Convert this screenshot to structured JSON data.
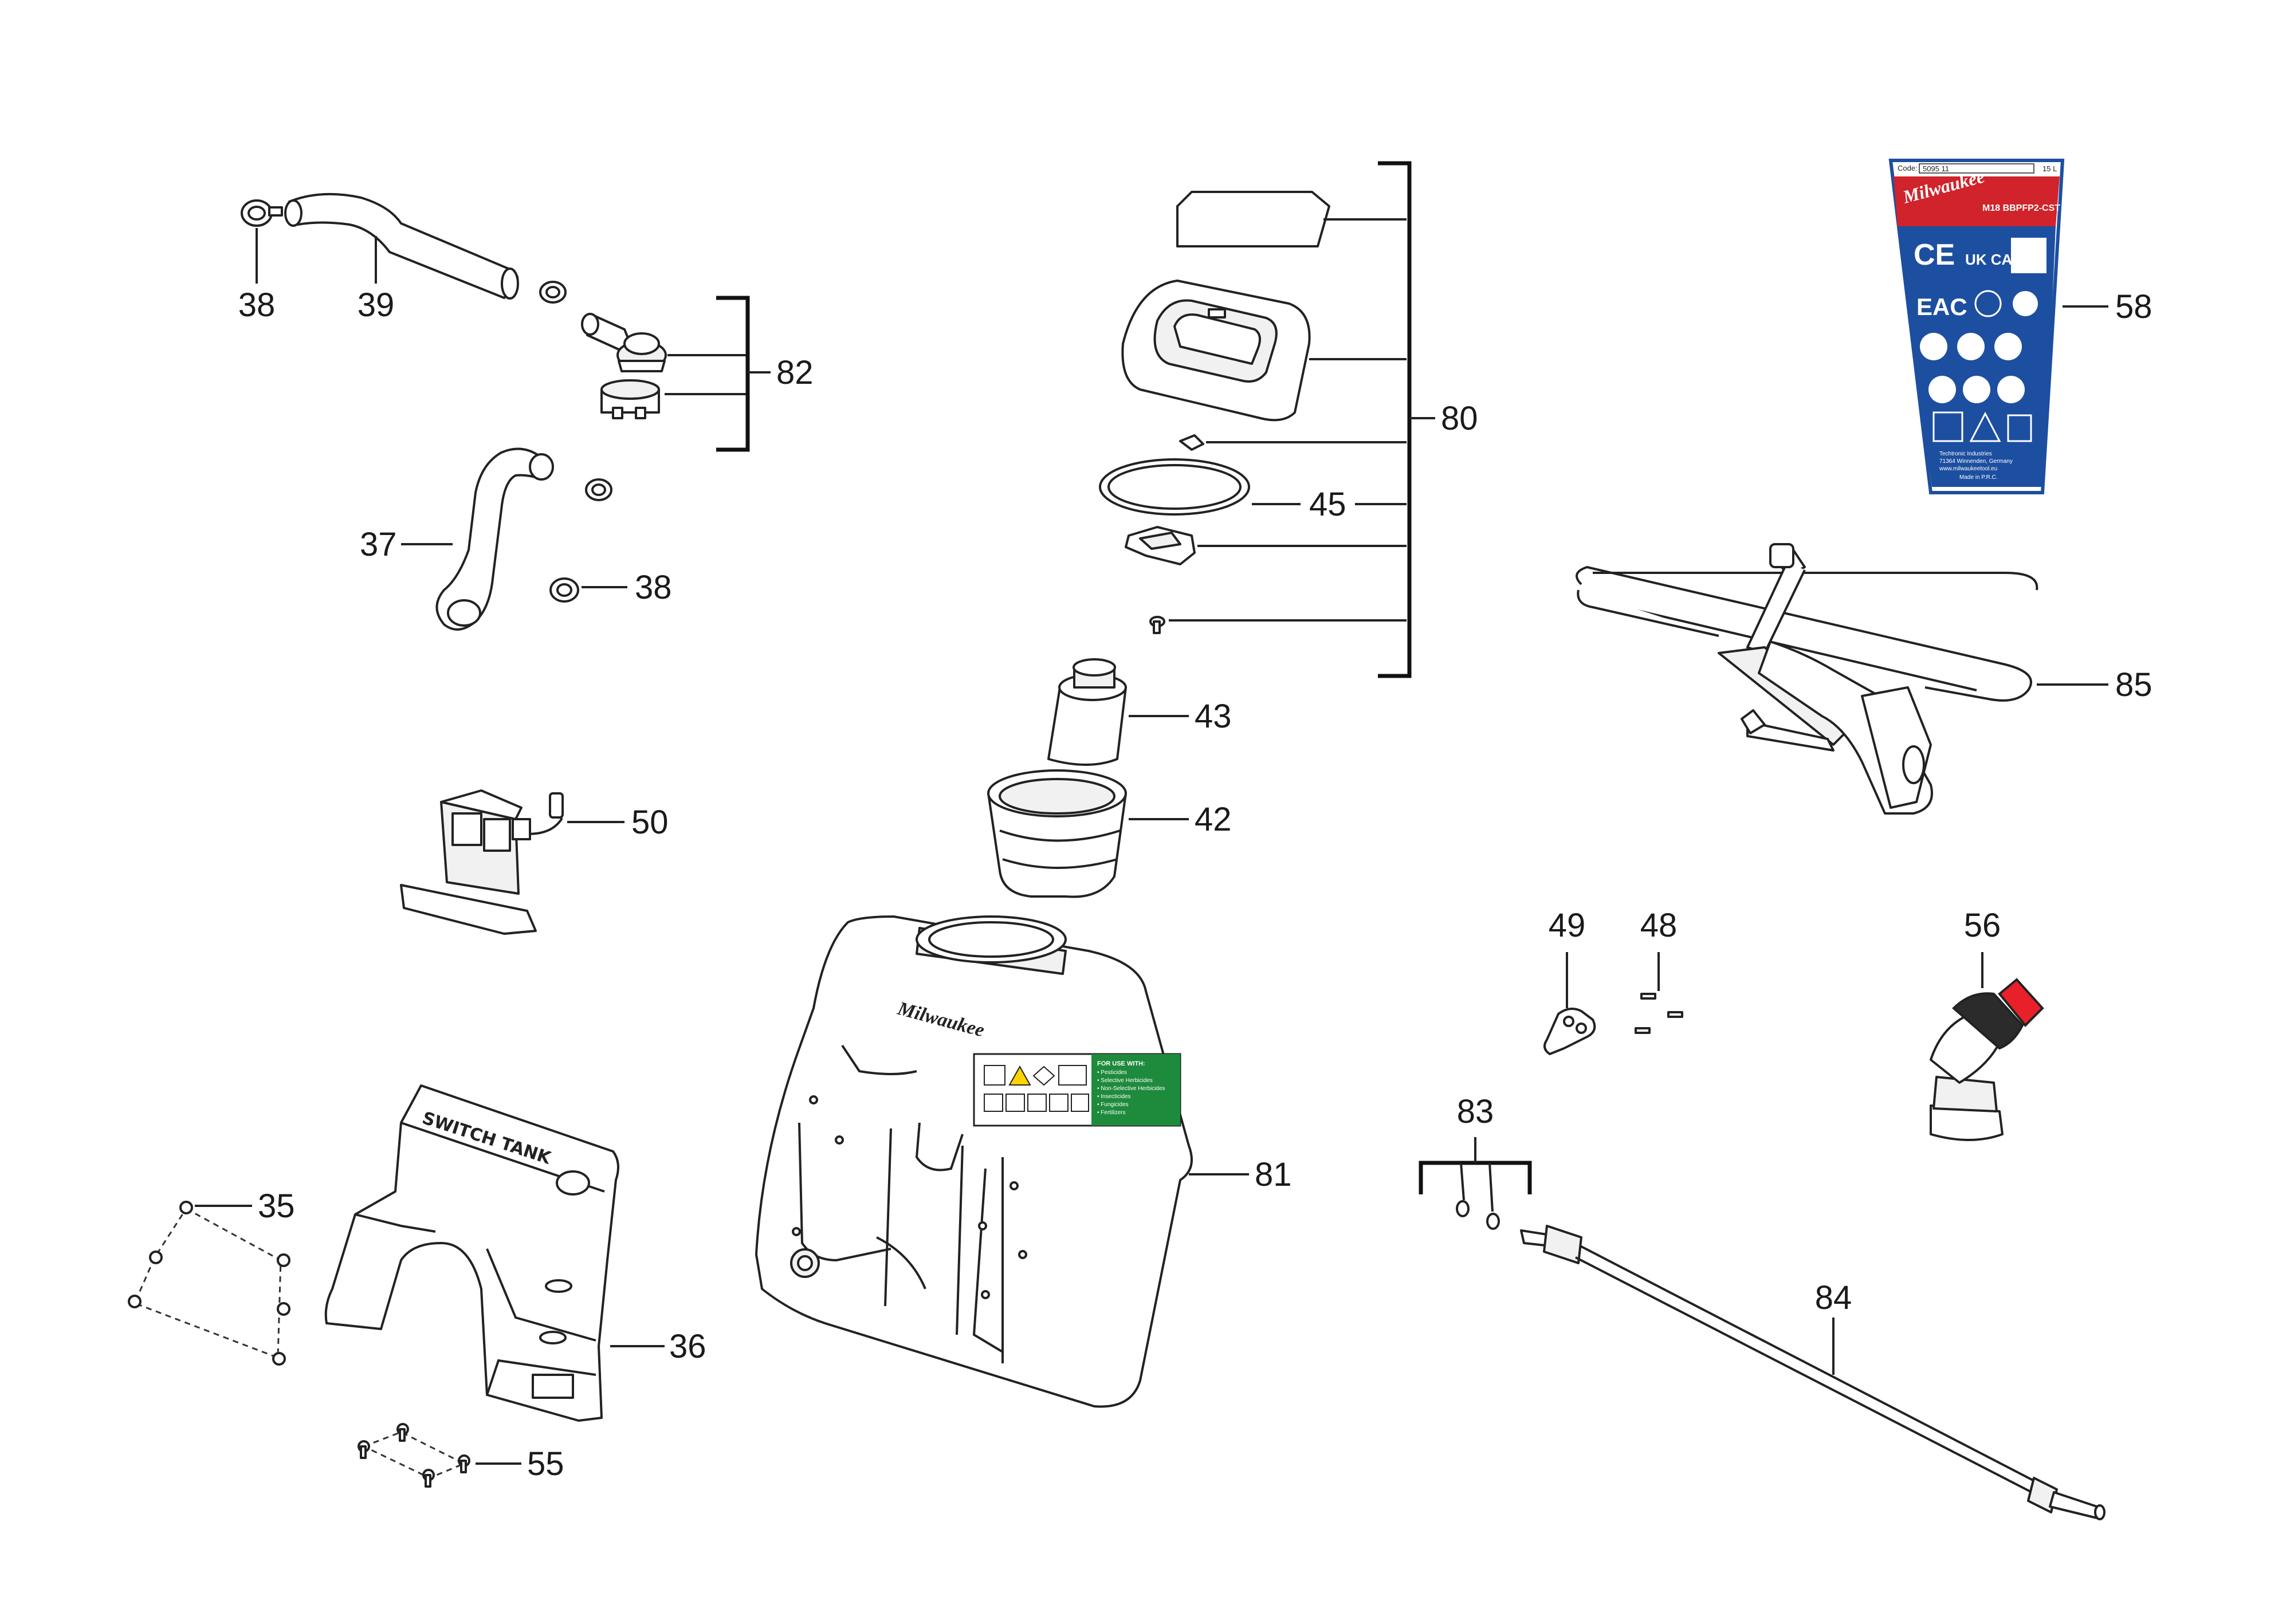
{
  "labels": {
    "p35": "35",
    "p36": "36",
    "p37": "37",
    "p38a": "38",
    "p38b": "38",
    "p39": "39",
    "p42": "42",
    "p43": "43",
    "p45": "45",
    "p48": "48",
    "p49": "49",
    "p50": "50",
    "p55": "55",
    "p56": "56",
    "p58": "58",
    "p80": "80",
    "p81": "81",
    "p82": "82",
    "p83": "83",
    "p84": "84",
    "p85": "85"
  },
  "tank": {
    "brand": "Milwaukee",
    "side_text": "SWITCH TANK"
  },
  "tank_label": {
    "title": "FOR USE WITH:",
    "items": [
      "• Pesticides",
      "• Selective Herbicides",
      "• Non-Selective Herbicides",
      "• Insecticides",
      "• Fungicides",
      "• Fertilizers"
    ]
  },
  "rating_plate": {
    "code_label": "Code:",
    "code_value": "5095 11",
    "capacity": "15 L",
    "brand": "Milwaukee",
    "model": "M18 BBPFP2-CST",
    "marks": [
      "CE",
      "UK CA",
      "EAC"
    ],
    "importer_lines": [
      "Techtronic Industries",
      "71364 Winnenden, Germany",
      "www.milwaukeetool.eu",
      "Made in P.R.C."
    ]
  },
  "colors": {
    "nozzle_red": "#e8202a",
    "label_green": "#1e8a3c",
    "plate_blue": "#1d4fa0",
    "plate_red": "#d0232b"
  }
}
